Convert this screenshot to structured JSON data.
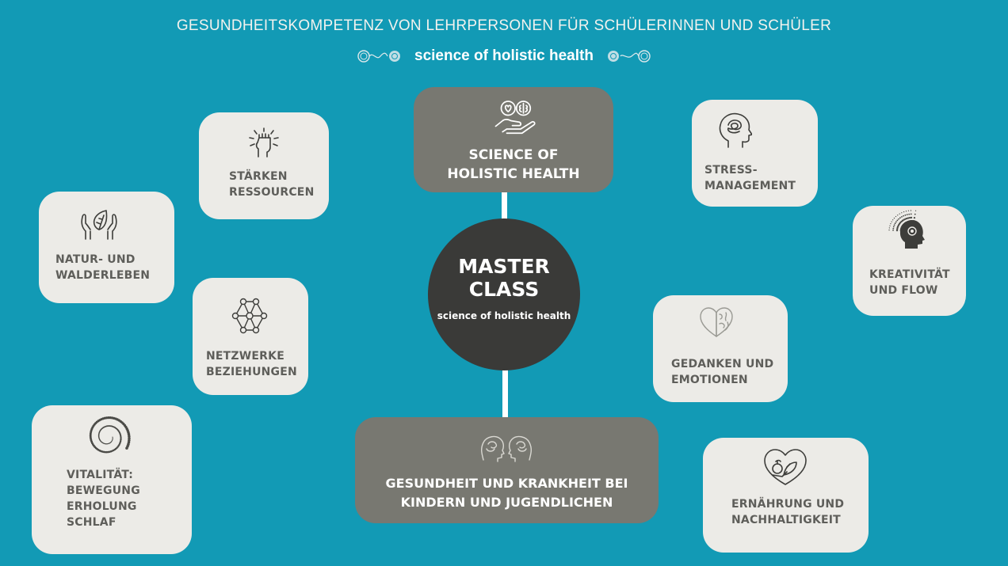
{
  "header": {
    "title": "GESUNDHEITSKOMPETENZ VON LEHRPERSONEN FÜR SCHÜLERINNEN UND SCHÜLER",
    "subtitle": "science of holistic health"
  },
  "center": {
    "title": "MASTER\nCLASS",
    "subtitle": "science of holistic health"
  },
  "top_box": {
    "label": "SCIENCE OF\nHOLISTIC HEALTH",
    "icon": "hands-heart-brain-icon"
  },
  "bottom_box": {
    "label": "GESUNDHEIT UND KRANKHEIT BEI\nKINDERN UND JUGENDLICHEN",
    "icon": "two-heads-brain-icon"
  },
  "topics": [
    {
      "label": "STÄRKEN\nRESSOURCEN",
      "icon": "raised-fist-icon"
    },
    {
      "label": "NATUR- UND\nWALDERLEBEN",
      "icon": "hands-leaf-icon"
    },
    {
      "label": "NETZWERKE\nBEZIEHUNGEN",
      "icon": "network-people-icon"
    },
    {
      "label": "VITALITÄT:\nBEWEGUNG\nERHOLUNG\nSCHLAF",
      "icon": "dot-spiral-icon"
    },
    {
      "label": "STRESS-\nMANAGEMENT",
      "icon": "head-tangle-icon"
    },
    {
      "label": "KREATIVITÄT\nUND FLOW",
      "icon": "head-burst-icon"
    },
    {
      "label": "GEDANKEN UND\nEMOTIONEN",
      "icon": "heart-brain-icon"
    },
    {
      "label": "ERNÄHRUNG UND\nNACHHALTIGKEIT",
      "icon": "heart-food-icon"
    }
  ],
  "colors": {
    "background": "#129ab5",
    "card": "#ecebe7",
    "card_text": "#5e5e5a",
    "grey_box": "#787871",
    "center_circle": "#3a3a38"
  }
}
